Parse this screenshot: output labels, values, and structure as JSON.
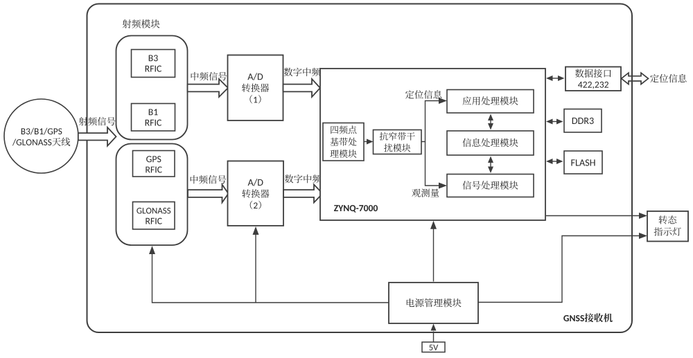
{
  "colors": {
    "background": "#ffffff",
    "line": "#3d3d3d",
    "text": "#272727"
  },
  "enclosure": {
    "label": "GNSS接收机"
  },
  "antenna": {
    "line1": "B3/B1/GPS",
    "line2": "/GLONASS天线"
  },
  "labels": {
    "rf_signal": "射频信号",
    "rf_module": "射频模块",
    "if_signal_1": "中频信号",
    "if_signal_2": "中频信号",
    "digital_if_1": "数字中频",
    "digital_if_2": "数字中频",
    "positioning_info_internal": "定位信息",
    "positioning_info_output": "定位信息",
    "observables": "观测量"
  },
  "chips": {
    "b3": {
      "line1": "B3",
      "line2": "RFIC"
    },
    "b1": {
      "line1": "B1",
      "line2": "RFIC"
    },
    "gps": {
      "line1": "GPS",
      "line2": "RFIC"
    },
    "glonass": {
      "line1": "GLONASS",
      "line2": "RFIC"
    }
  },
  "adc1": {
    "line1": "A/D",
    "line2": "转换器",
    "line3": "（1）"
  },
  "adc2": {
    "line1": "A/D",
    "line2": "转换器",
    "line3": "（2）"
  },
  "zynq": {
    "label": "ZYNQ-7000",
    "baseband": {
      "line1": "四频点",
      "line2": "基带处",
      "line3": "理模块"
    },
    "anti_jam": {
      "line1": "抗窄带干",
      "line2": "扰模块"
    },
    "app": "应用处理模块",
    "info": "信息处理模块",
    "signal": "信号处理模块"
  },
  "memory": {
    "data_interface": {
      "line1": "数据接口",
      "line2": "422,232"
    },
    "ddr3": "DDR3",
    "flash": "FLASH"
  },
  "status_led": {
    "line1": "转态",
    "line2": "指示灯"
  },
  "power": {
    "label": "电源管理模块",
    "input": "5V"
  }
}
